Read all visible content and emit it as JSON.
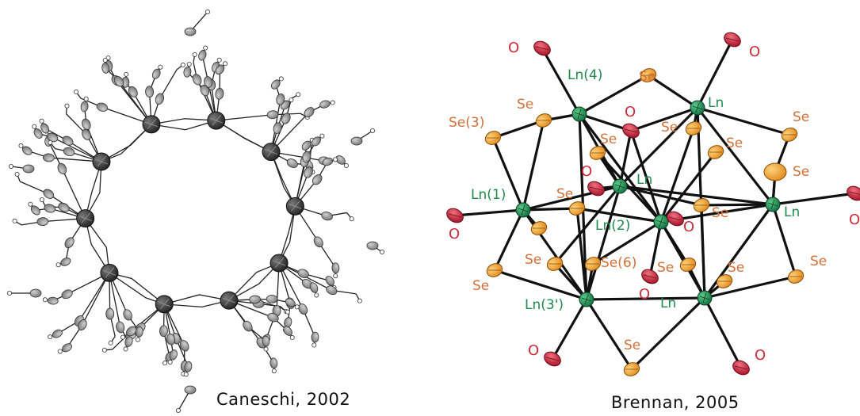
{
  "left_panel": {
    "caption": "Caneschi, 2002",
    "atom_colors": {
      "metal": "#3a3a3a",
      "carbon": "#9a9a9a",
      "hydrogen": "#ffffff"
    }
  },
  "right_panel": {
    "caption": "Brennan, 2005",
    "atom_colors": {
      "ln": "#1f8a4c",
      "se": "#f0a838",
      "o": "#cc2b3b"
    },
    "labels": {
      "ln4": "Ln(4)",
      "ln1": "Ln(1)",
      "ln2": "Ln(2)",
      "ln3p": "Ln(3')",
      "ln": "Ln",
      "se": "Se",
      "se3": "Se(3)",
      "se6": "Se(6)",
      "o": "O"
    }
  }
}
